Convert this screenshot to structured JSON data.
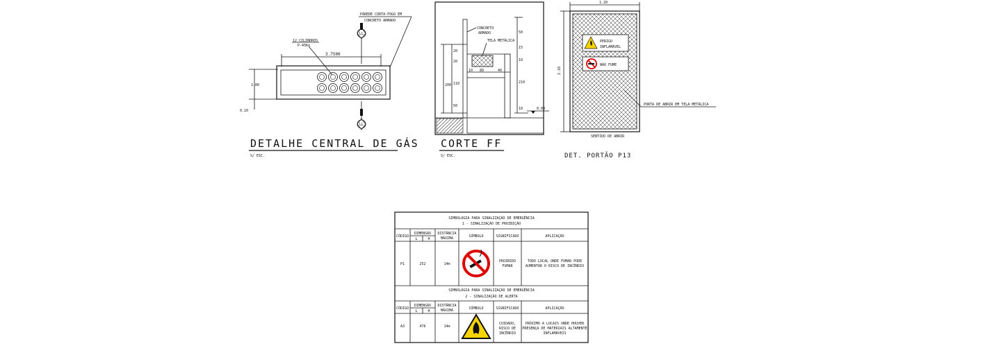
{
  "gas": {
    "title": "DETALHE CENTRAL DE GÁS",
    "scale": "S/ ESC.",
    "wall_note_1": "PAREDE CORTA-FOGO EM",
    "wall_note_2": "CONCRETO ARMADO",
    "cyl_note_1": "12 CILINDROS",
    "cyl_note_2": "P-45Kg",
    "dim_width": "3.7500",
    "dim_height": "1.00",
    "dim_floor": "0.10",
    "section_marker": "LL"
  },
  "corte": {
    "title": "CORTE FF",
    "scale": "S/ ESC.",
    "concrete_1": "CONCRETO",
    "concrete_2": "ARMADO",
    "mesh": "TELA METÁLICA",
    "level": "0.00",
    "d1": "20",
    "d2": "20",
    "d3": "110",
    "d4": "200",
    "d5": "50",
    "d6": "80",
    "d7": "40",
    "d8": "10",
    "d9": "10",
    "d10": "210",
    "d11": "50",
    "d12": "15",
    "d13": "10"
  },
  "portao": {
    "title": "DET. PORTÃO P13",
    "top_dim": "1.20",
    "side_dim": "2.10",
    "sign1_1": "PERIGO",
    "sign1_2": "INFLAMÁVEL",
    "sign2": "NÃO FUME",
    "door_note": "PORTA DE ABRIR EM TELA METÁLICA",
    "bottom_note": "SENTIDO DE ABRIR"
  },
  "table": {
    "header1_1": "SIMBOLOGIA PARA SINALIZAÇÃO DE EMERGÊNCIA",
    "header1_2": "1 - SINALIZAÇÃO DE PROIBIÇÃO",
    "header2_1": "SIMBOLOGIA PARA SINALIZAÇÃO DE EMERGÊNCIA",
    "header2_2": "2 - SINALIZAÇÃO DE ALERTA",
    "col_codigo": "CÓDIGO",
    "col_dimensao": "DIMENSÃO",
    "col_l": "L",
    "col_h": "H",
    "col_dist_1": "DISTÂNCIA",
    "col_dist_2": "MÁXIMA",
    "col_simbolo": "SÍMBOLO",
    "col_significado": "SIGNIFICADO",
    "col_aplicacao": "APLICAÇÃO",
    "row1": {
      "codigo": "P1",
      "dim": "252",
      "dist": "14m",
      "sig_1": "PROIBIDO",
      "sig_2": "FUMAR",
      "apl_1": "TODO LOCAL ONDE FUMAR PODE",
      "apl_2": "AUMENTAR O RISCO DE INCÊNDIO"
    },
    "row2": {
      "codigo": "A3",
      "dim": "476",
      "dist": "14m",
      "sig_1": "CUIDADO,",
      "sig_2": "RISCO DE",
      "sig_3": "INCÊNDIO",
      "apl_1": "PRÓXIMO A LOCAIS ONDE HOUVER",
      "apl_2": "PRESENÇA DE MATERIAIS ALTAMENTE",
      "apl_3": "INFLAMÁVEIS"
    }
  }
}
